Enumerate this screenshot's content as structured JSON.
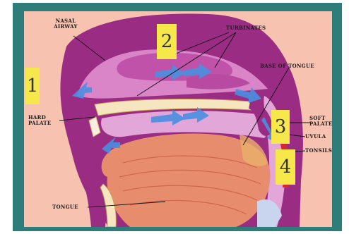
{
  "labels": {
    "nasal_airway": "NASAL AIRWAY",
    "turbinates": "TURBINATES",
    "base_of_tongue": "BASE OF TONGUE",
    "hard_palate": "HARD PALATE",
    "soft_palate": "SOFT PALATE",
    "uvula": "UVULA",
    "tonsils": "TONSILS",
    "tongue": "TONGUE"
  },
  "markers": [
    "1",
    "2",
    "3",
    "4"
  ],
  "colors": {
    "border": "#2f7d78",
    "background": "#f7c3b0",
    "tissue": "#9b2c84",
    "airway": "#e2a6d8",
    "tongue_muscle": "#e88c6e",
    "marker": "#f6e84a",
    "arrow": "#4a8fe0"
  }
}
